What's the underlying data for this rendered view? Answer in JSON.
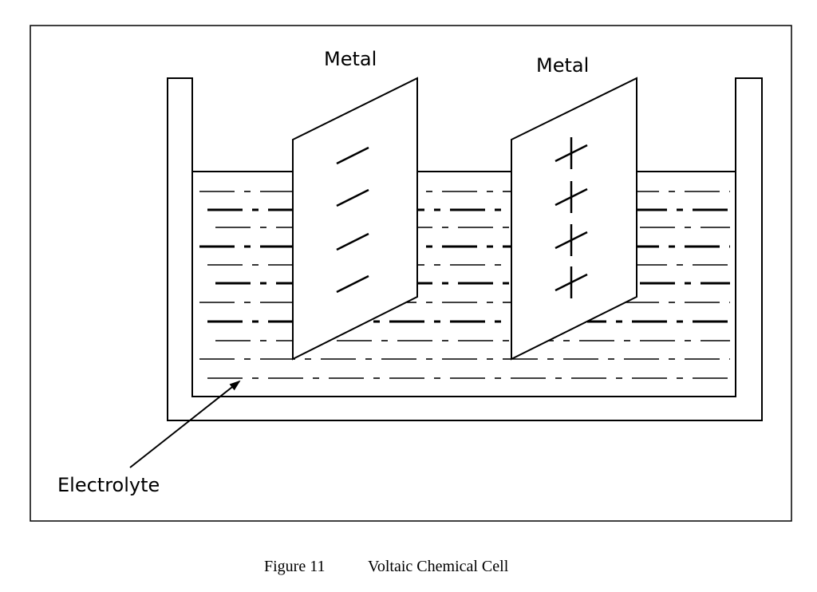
{
  "diagram": {
    "labels": {
      "metal_left": "Metal",
      "metal_right": "Metal",
      "electrolyte": "Electrolyte"
    },
    "electrode_signs": {
      "left": "negative",
      "right": "positive"
    }
  },
  "caption": {
    "number": "Figure 11",
    "title": "Voltaic Chemical Cell"
  }
}
